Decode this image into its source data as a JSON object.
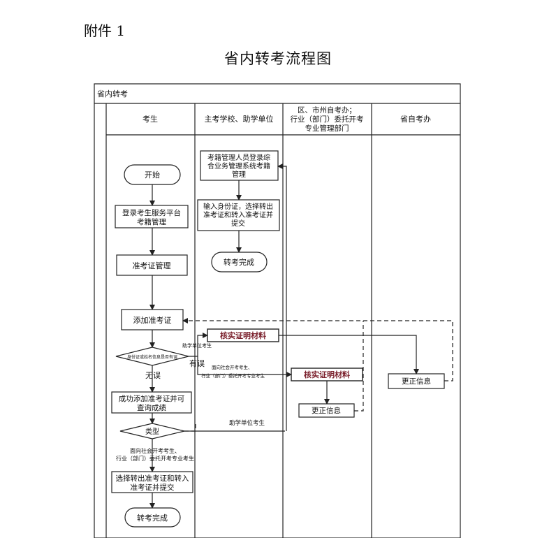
{
  "header": {
    "annex": "附件 1",
    "title": "省内转考流程图"
  },
  "swimlane": {
    "pool_label": "省内转考",
    "lanes": [
      {
        "label": "考生"
      },
      {
        "label": "主考学校、助学单位"
      },
      {
        "label_lines": [
          "区、市州自考办；",
          "行业（部门）委托开考",
          "专业管理部门"
        ]
      },
      {
        "label": "省自考办"
      }
    ]
  },
  "nodes": {
    "start": "开始",
    "login_lines": [
      "登录考生服务平台",
      "考籍管理"
    ],
    "ticket_mgmt": "准考证管理",
    "add_ticket": "添加准考证",
    "check_decision": "身份证或姓名信息是否有误",
    "success_lines": [
      "成功添加准考证并可",
      "查询成绩"
    ],
    "type_decision": "类型",
    "select_lines": [
      "选择转出准考证和转入",
      "准考证并提交"
    ],
    "end_left": "转考完成",
    "admin_login_lines": [
      "考籍管理人员登录综",
      "合业务管理系统考籍",
      "管理"
    ],
    "input_lines": [
      "输入身份证，选择转出",
      "准考证和转入准考证并",
      "提交"
    ],
    "end_mid": "转考完成",
    "verify_mid": "核实证明材料",
    "verify_right": "核实证明材料",
    "correct_right": "更正信息",
    "correct_far": "更正信息"
  },
  "labels": {
    "error": "有误",
    "no_error": "无误",
    "helper_school": "助学单位考生",
    "social_lines": [
      "面向社会开考考生，",
      "行业（部门）委托开考专业考生"
    ],
    "social_small_lines": [
      "面向社会开考考生、",
      "行业（部门）委托开考专业考生"
    ],
    "helper_unit": "助学单位考生",
    "social_bottom_lines": [
      "面向社会开考考生、",
      "行业（部门）委托开考专业考生"
    ]
  },
  "colors": {
    "stroke": "#222222",
    "verify_text": "#7a1f2b"
  }
}
